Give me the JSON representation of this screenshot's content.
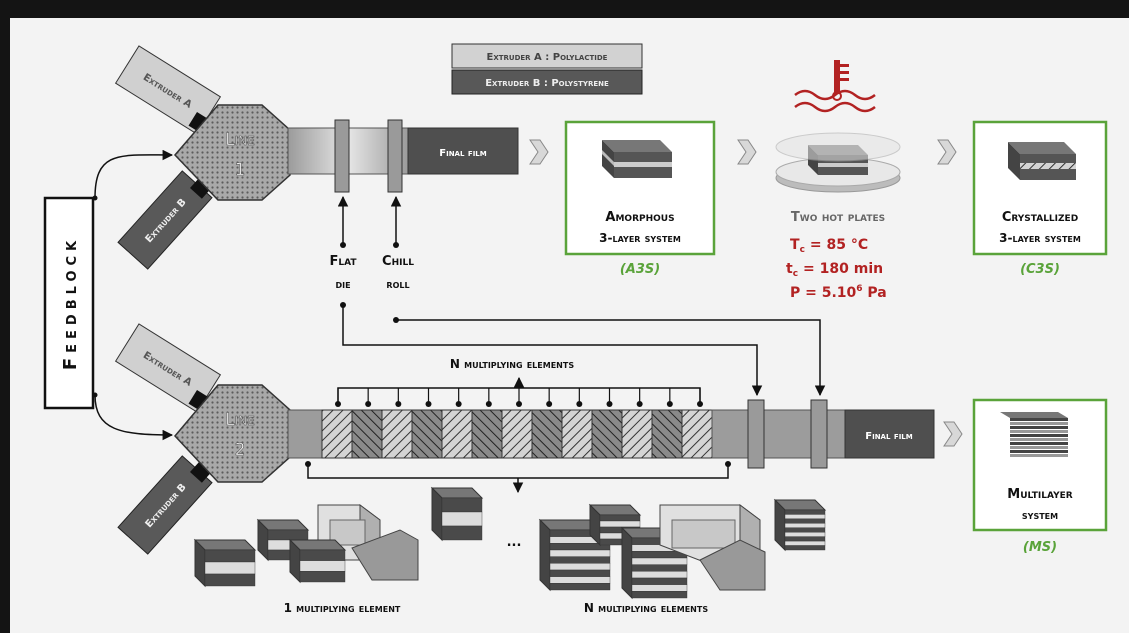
{
  "legend": {
    "a": "Extruder A : Polylactide",
    "b": "Extruder B : Polystyrene"
  },
  "feedblock": "Feedblock",
  "line1": {
    "name": "Line",
    "num": "1"
  },
  "line2": {
    "name": "Line",
    "num": "2"
  },
  "extruder_a": "Extruder A",
  "extruder_b": "Extruder B",
  "final_film": "Final film",
  "flat_die": [
    "Flat",
    "die"
  ],
  "chill_roll": [
    "Chill",
    "roll"
  ],
  "a3s": {
    "line1": "Amorphous",
    "line2": "3-layer system",
    "code": "(A3S)"
  },
  "hotplates": {
    "title": "Two hot plates",
    "tc_sym": "T",
    "tc_sub": "c",
    "tc_val": "=  85 °C",
    "tt_sym": "t",
    "tt_sub": "c",
    "tt_val": "=  180 min",
    "p_text": "P = 5.10",
    "p_sup": "6",
    "p_unit": " Pa"
  },
  "c3s": {
    "line1": "Crystallized",
    "line2": "3-layer system",
    "code": "(C3S)"
  },
  "n_mult_top": "N multiplying elements",
  "ms": {
    "line1": "Multilayer",
    "line2": "system",
    "code": "(MS)"
  },
  "one_mult": "1 multiplying element",
  "n_mult_bottom": "N multiplying elements",
  "ellipsis": "...",
  "colors": {
    "green": "#5aa33a",
    "red": "#b22222",
    "dark": "#222222"
  }
}
